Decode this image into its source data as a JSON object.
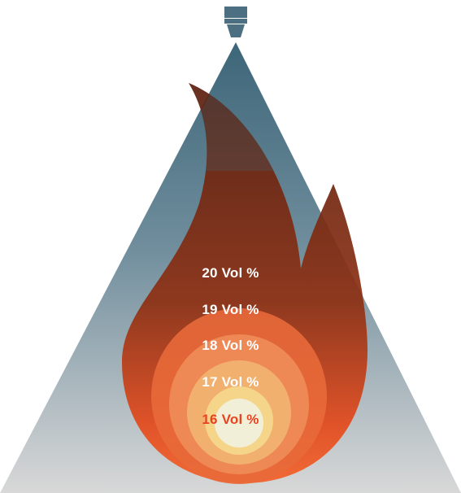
{
  "diagram": {
    "zones": [
      {
        "label": "20 Vol %",
        "color": "#ffffff"
      },
      {
        "label": "19 Vol %",
        "color": "#ffffff"
      },
      {
        "label": "18 Vol %",
        "color": "#ffffff"
      },
      {
        "label": "17 Vol %",
        "color": "#ffffff"
      },
      {
        "label": "16 Vol %",
        "color": "#e8421f"
      }
    ],
    "colors": {
      "nozzle": "#4d6f82",
      "cone_top": "#3f6a80",
      "cone_bottom": "#d9d9d9",
      "flame_dark": "#5a2414",
      "flame_orange": "#f05a24",
      "core": "#f2efd8"
    }
  }
}
